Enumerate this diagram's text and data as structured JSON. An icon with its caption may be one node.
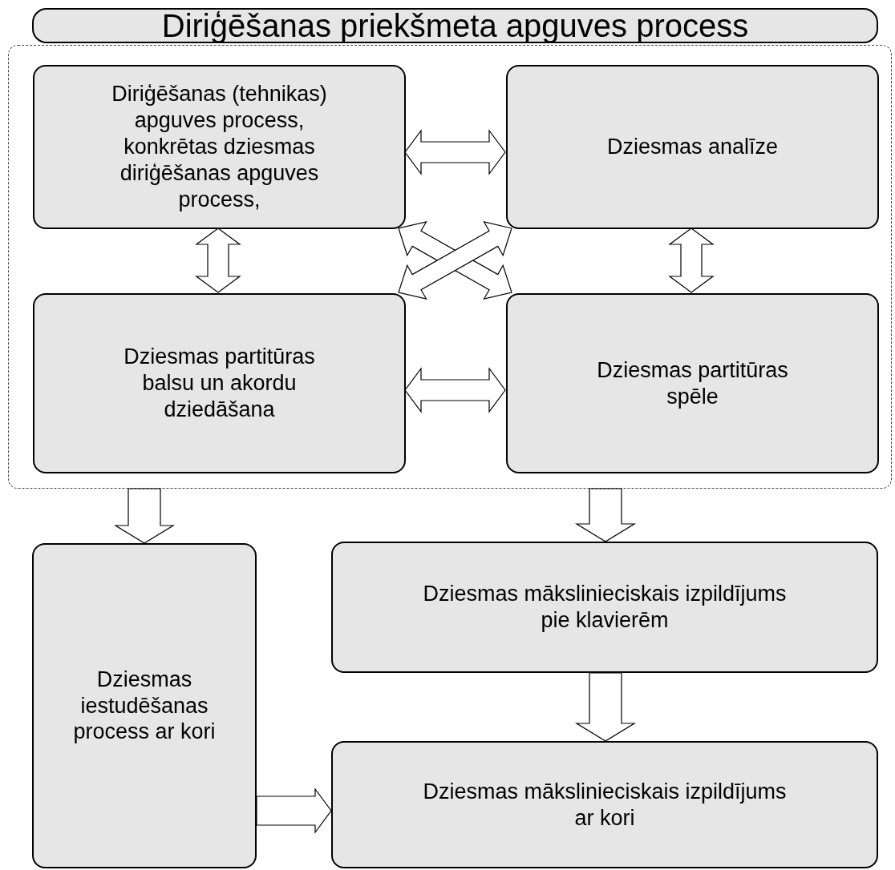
{
  "diagram": {
    "nodes": [
      {
        "text": [
          "Diriģēšanas priekšmeta apguves process"
        ]
      },
      {
        "text": [],
        "shape": "box"
      },
      {
        "text": [
          "Diriģēšanas (tehnikas) apguves process, konkrētas dziesmas diriģēšanas apguves process,"
        ],
        "in": 1
      },
      {
        "text": [
          "Dziesmas analīze"
        ],
        "in": 1
      },
      {
        "text": [
          "Dziesmas partitūras balsu un akordu dziedāšana"
        ],
        "in": 1
      },
      {
        "text": [
          "Dziesmas partitūras spēle"
        ],
        "in": 1
      },
      {
        "text": [
          "Dziesmas iestudēšanas process ar kori"
        ]
      },
      {
        "text": [
          "Dziesmas mākslinieciskais izpildījums pie klavierēm"
        ]
      },
      {
        "text": [
          "Dziesmas mākslinieciskais izpildījums ar kori"
        ]
      }
    ],
    "edges": [
      {
        "from": 2,
        "to": 3,
        "arrow": "both"
      },
      {
        "from": 2,
        "to": 4,
        "arrow": "both"
      },
      {
        "from": 3,
        "to": 5,
        "arrow": "both"
      },
      {
        "from": 2,
        "to": 5,
        "arrow": "both"
      },
      {
        "from": 3,
        "to": 4,
        "arrow": "both"
      },
      {
        "from": 4,
        "to": 5,
        "arrow": "both"
      },
      {
        "from": 1,
        "to": 6,
        "arrow": "to"
      },
      {
        "from": 1,
        "to": 7,
        "arrow": "to"
      },
      {
        "from": 7,
        "to": 8,
        "arrow": "to"
      },
      {
        "from": 6,
        "to": 8,
        "arrow": "to"
      }
    ]
  }
}
